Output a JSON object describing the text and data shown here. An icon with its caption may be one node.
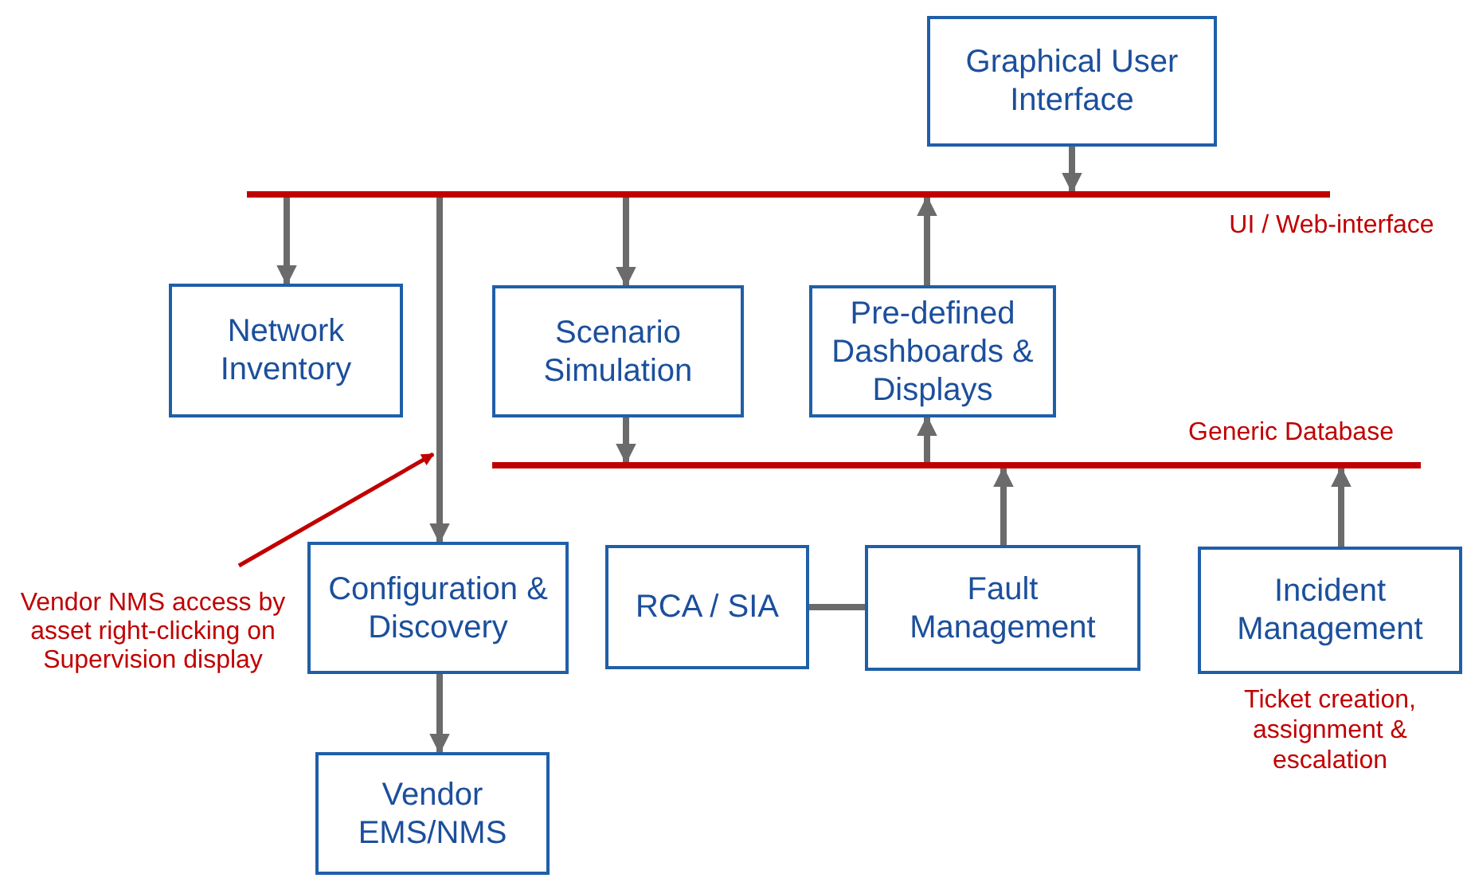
{
  "diagram": {
    "nodes": [
      {
        "text": [
          "Graphical User Interface"
        ]
      },
      {
        "text": [],
        "shape": "bar",
        "beside": [
          "UI / Web-interface"
        ]
      },
      {
        "text": [
          "Network Inventory"
        ]
      },
      {
        "text": [
          "Scenario Simulation"
        ]
      },
      {
        "text": [
          "Pre-defined Dashboards & Displays"
        ]
      },
      {
        "text": [],
        "shape": "bar",
        "beside": [
          "Generic Database"
        ]
      },
      {
        "text": [
          "Configuration & Discovery"
        ]
      },
      {
        "text": [
          "RCA / SIA"
        ]
      },
      {
        "text": [
          "Fault Management"
        ]
      },
      {
        "text": [
          "Incident Management"
        ],
        "beside": [
          "Ticket creation, assignment & escalation"
        ]
      },
      {
        "text": [
          "Vendor EMS/NMS"
        ]
      },
      {
        "text": [
          "Vendor NMS access by asset right-clicking on Supervision display"
        ]
      }
    ],
    "edges": [
      {
        "from": 0,
        "to": 1,
        "arrow": "to"
      },
      {
        "from": 1,
        "to": 2,
        "arrow": "to"
      },
      {
        "from": 1,
        "to": 6,
        "arrow": "to"
      },
      {
        "from": 1,
        "to": 3,
        "arrow": "to"
      },
      {
        "from": 4,
        "to": 1,
        "arrow": "to"
      },
      {
        "from": 3,
        "to": 5,
        "arrow": "to"
      },
      {
        "from": 5,
        "to": 4,
        "arrow": "to"
      },
      {
        "from": 8,
        "to": 5,
        "arrow": "to"
      },
      {
        "from": 9,
        "to": 5,
        "arrow": "to"
      },
      {
        "from": 7,
        "to": 8,
        "arrow": "none"
      },
      {
        "from": 6,
        "to": 10,
        "arrow": "to"
      },
      {
        "from": 11,
        "to": null,
        "arrow": "to",
        "color": "#c00000"
      }
    ]
  }
}
